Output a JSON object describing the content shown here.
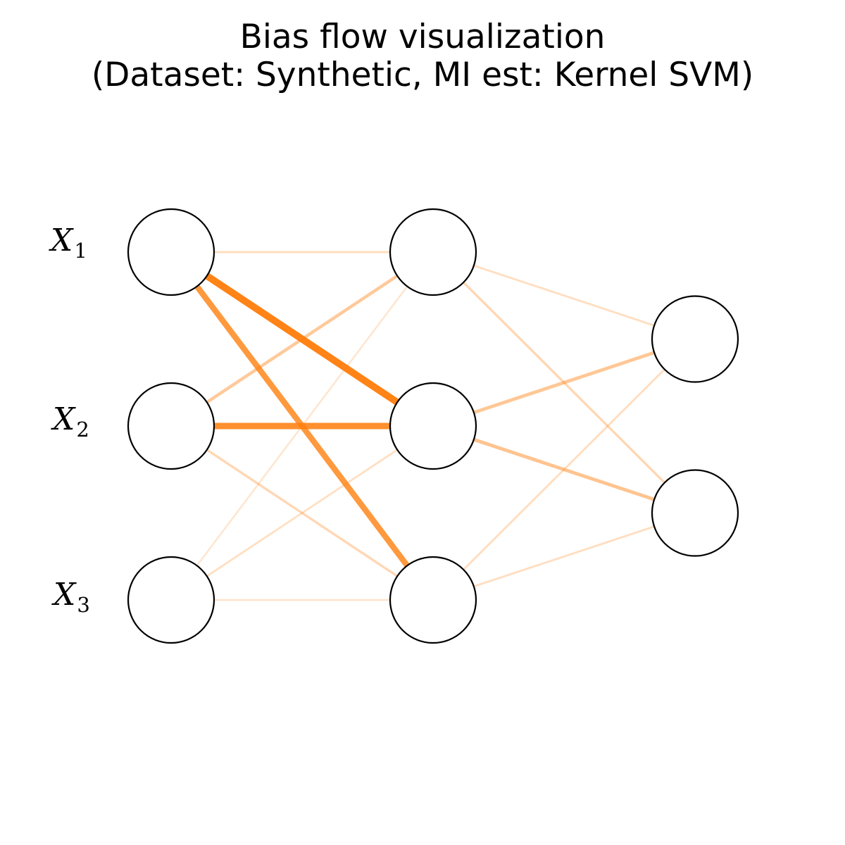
{
  "title": {
    "line1": "Bias flow visualization",
    "line2": "(Dataset: Synthetic, MI est: Kernel SVM)"
  },
  "input_labels": [
    {
      "letter": "X",
      "index": "1"
    },
    {
      "letter": "X",
      "index": "2"
    },
    {
      "letter": "X",
      "index": "3"
    }
  ],
  "network": {
    "layers": [
      3,
      3,
      2
    ],
    "edge_color": "#ff7f0e",
    "node_fill": "#ffffff",
    "node_stroke": "#000000",
    "edges": [
      {
        "from": [
          0,
          0
        ],
        "to": [
          1,
          0
        ],
        "weight": 0.18
      },
      {
        "from": [
          0,
          0
        ],
        "to": [
          1,
          1
        ],
        "weight": 1.0
      },
      {
        "from": [
          0,
          0
        ],
        "to": [
          1,
          2
        ],
        "weight": 0.8
      },
      {
        "from": [
          0,
          1
        ],
        "to": [
          1,
          0
        ],
        "weight": 0.35
      },
      {
        "from": [
          0,
          1
        ],
        "to": [
          1,
          1
        ],
        "weight": 0.88
      },
      {
        "from": [
          0,
          1
        ],
        "to": [
          1,
          2
        ],
        "weight": 0.22
      },
      {
        "from": [
          0,
          2
        ],
        "to": [
          1,
          0
        ],
        "weight": 0.1
      },
      {
        "from": [
          0,
          2
        ],
        "to": [
          1,
          1
        ],
        "weight": 0.15
      },
      {
        "from": [
          0,
          2
        ],
        "to": [
          1,
          2
        ],
        "weight": 0.12
      },
      {
        "from": [
          1,
          0
        ],
        "to": [
          2,
          0
        ],
        "weight": 0.16
      },
      {
        "from": [
          1,
          0
        ],
        "to": [
          2,
          1
        ],
        "weight": 0.22
      },
      {
        "from": [
          1,
          1
        ],
        "to": [
          2,
          0
        ],
        "weight": 0.38
      },
      {
        "from": [
          1,
          1
        ],
        "to": [
          2,
          1
        ],
        "weight": 0.4
      },
      {
        "from": [
          1,
          2
        ],
        "to": [
          2,
          0
        ],
        "weight": 0.17
      },
      {
        "from": [
          1,
          2
        ],
        "to": [
          2,
          1
        ],
        "weight": 0.16
      }
    ]
  }
}
